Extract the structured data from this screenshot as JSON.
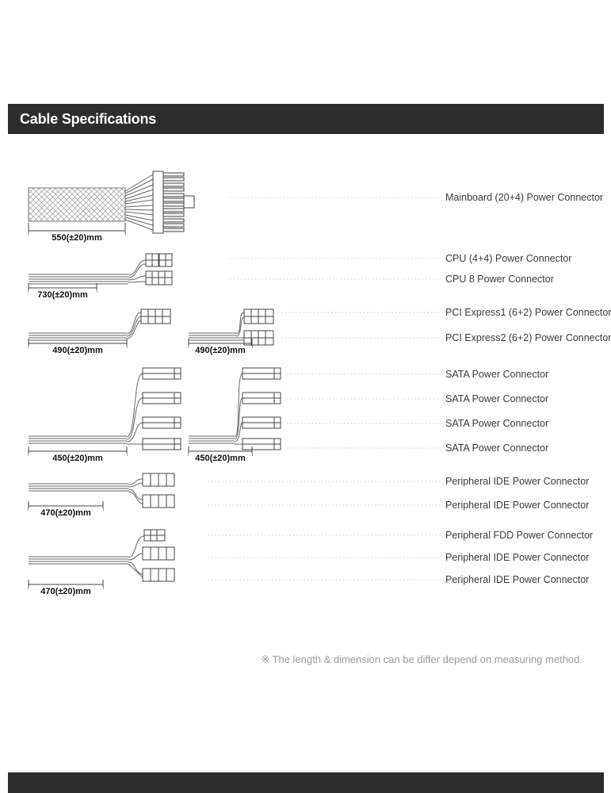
{
  "header": {
    "title": "Cable Specifications"
  },
  "cables": [
    {
      "name": "mainboard-cable",
      "connectors": [
        "Mainboard (20+4) Power Connector"
      ],
      "lengths": [
        "550(±20)mm"
      ]
    },
    {
      "name": "cpu-cable",
      "connectors": [
        "CPU (4+4) Power Connector",
        "CPU 8 Power Connector"
      ],
      "lengths": [
        "730(±20)mm"
      ]
    },
    {
      "name": "pci-express-cable",
      "connectors": [
        "PCI Express1 (6+2) Power Connector",
        "PCI Express2 (6+2) Power Connector"
      ],
      "lengths": [
        "490(±20)mm",
        "490(±20)mm"
      ]
    },
    {
      "name": "sata-cable",
      "connectors": [
        "SATA Power Connector",
        "SATA Power Connector",
        "SATA Power Connector",
        "SATA Power Connector"
      ],
      "lengths": [
        "450(±20)mm",
        "450(±20)mm"
      ]
    },
    {
      "name": "peripheral-ide-cable",
      "connectors": [
        "Peripheral IDE Power Connector",
        "Peripheral IDE Power Connector"
      ],
      "lengths": [
        "470(±20)mm"
      ]
    },
    {
      "name": "peripheral-fdd-ide-cable",
      "connectors": [
        "Peripheral FDD Power Connector",
        "Peripheral IDE Power Connector",
        "Peripheral IDE Power Connector"
      ],
      "lengths": [
        "470(±20)mm"
      ]
    }
  ],
  "note": "※ The length & dimension can be differ depend on measuring method.",
  "colors": {
    "header_bg": "#2d2d2d",
    "header_text": "#ffffff",
    "footer_bg": "#2d2d2d",
    "note_text": "#9b9b9b",
    "wire": "#666666",
    "connector_outline": "#444444",
    "leader_line": "#c8c8c8"
  }
}
